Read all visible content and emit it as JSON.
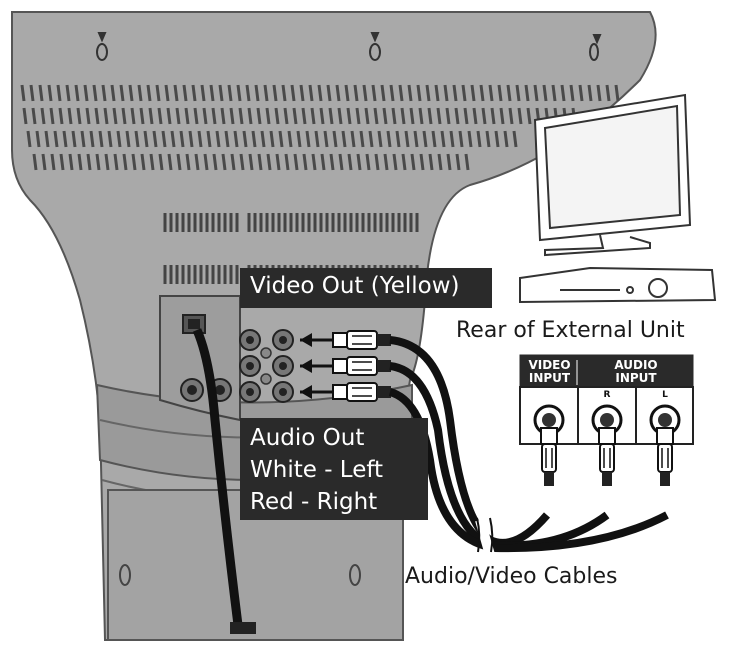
{
  "labels": {
    "video_out": "Video Out (Yellow)",
    "audio_out_line1": "Audio Out",
    "audio_out_line2": "White - Left",
    "audio_out_line3": "Red - Right",
    "rear_external": "Rear of External Unit",
    "av_cables": "Audio/Video Cables"
  },
  "panel": {
    "video_line1": "VIDEO",
    "video_line2": "INPUT",
    "audio_line1": "AUDIO",
    "audio_line2": "INPUT",
    "channel_r": "R",
    "channel_l": "L"
  },
  "colors": {
    "device_body": "#a9a9a9",
    "device_dark": "#7a7a7a",
    "label_bg": "#2a2a2a",
    "cable": "#111111"
  }
}
